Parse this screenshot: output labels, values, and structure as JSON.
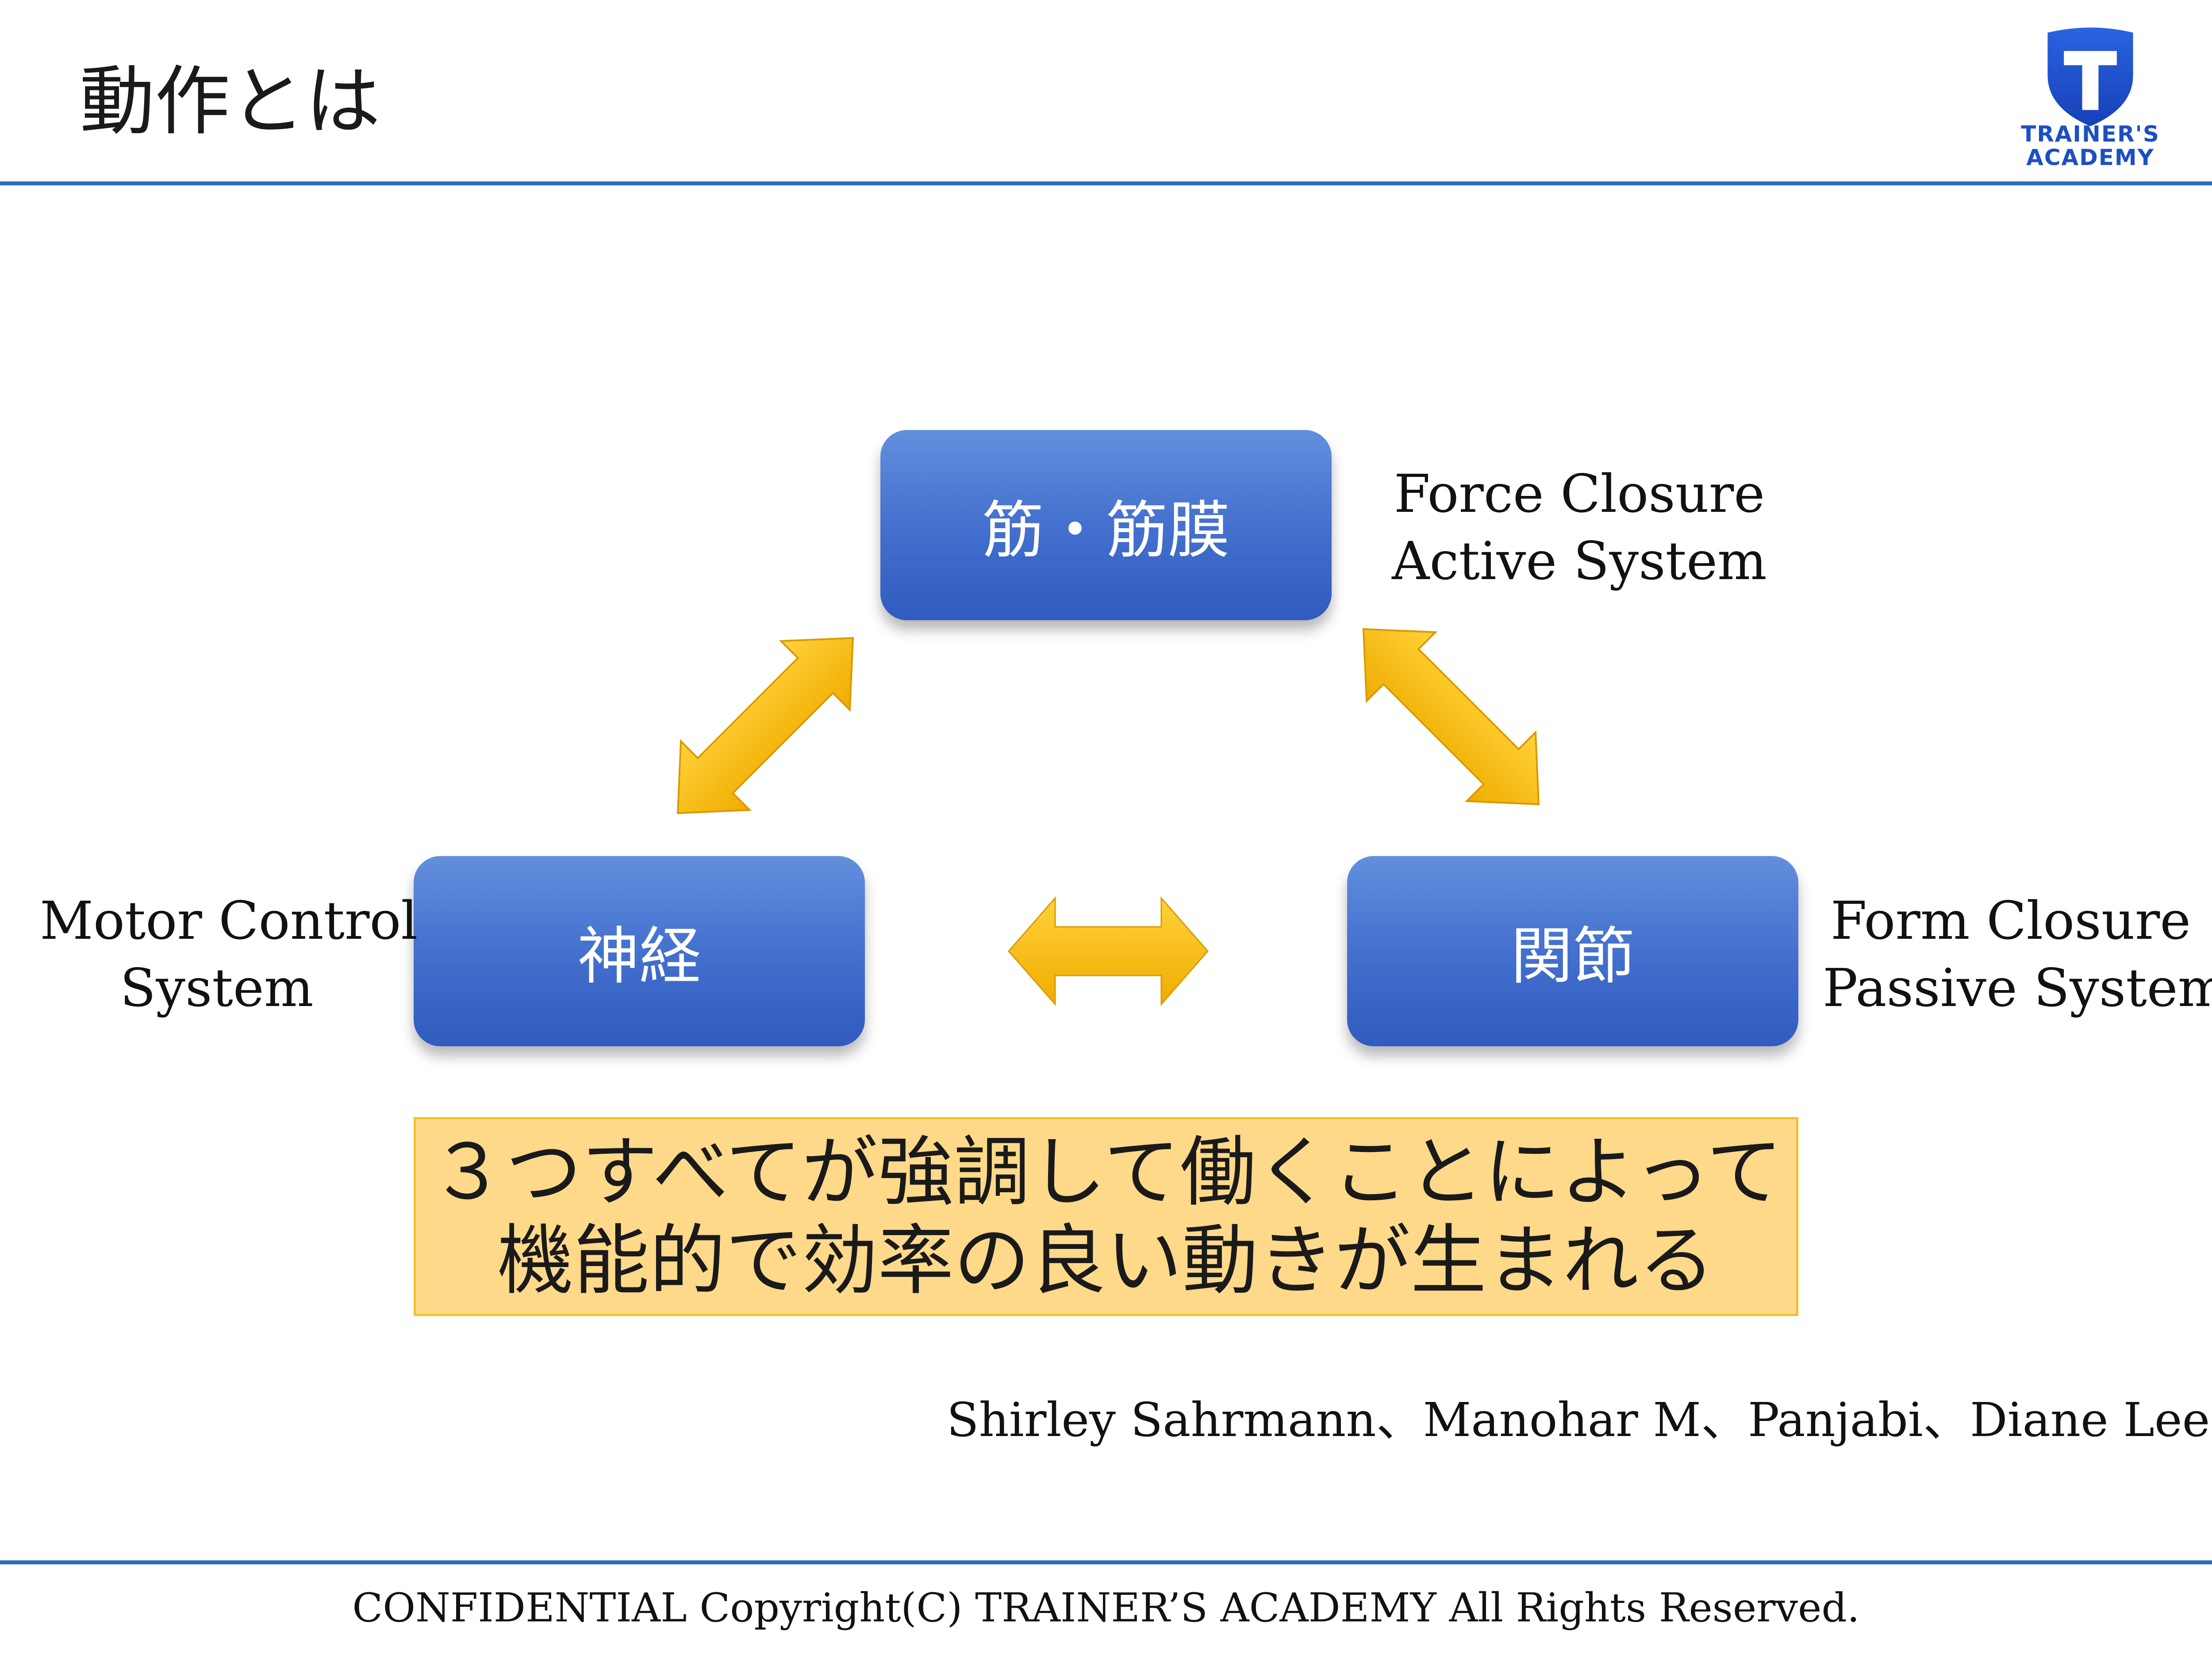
{
  "header": {
    "title": "動作とは"
  },
  "logo": {
    "letter": "T",
    "line1": "TRAINER'S",
    "line2": "ACADEMY",
    "color": "#1d4fc4"
  },
  "diagram": {
    "nodes": {
      "muscle": "筋・筋膜",
      "nerve": "神経",
      "joint": "関節"
    },
    "labels": {
      "force": [
        "Force Closure",
        "Active System"
      ],
      "motor": [
        "Motor Control",
        "System"
      ],
      "form": [
        "Form Closure",
        "Passive System"
      ]
    },
    "node_color": "#4470cf",
    "arrow_color": "#f5b800"
  },
  "message": {
    "lines": [
      "３つすべてが強調して働くことによって",
      "機能的で効率の良い動きが生まれる"
    ],
    "background": "#ffd98a"
  },
  "authors": "Shirley Sahrmann、Manohar M、Panjabi、Diane Lee",
  "footer": "CONFIDENTIAL Copyright(C) TRAINER’S ACADEMY All Rights Reserved."
}
